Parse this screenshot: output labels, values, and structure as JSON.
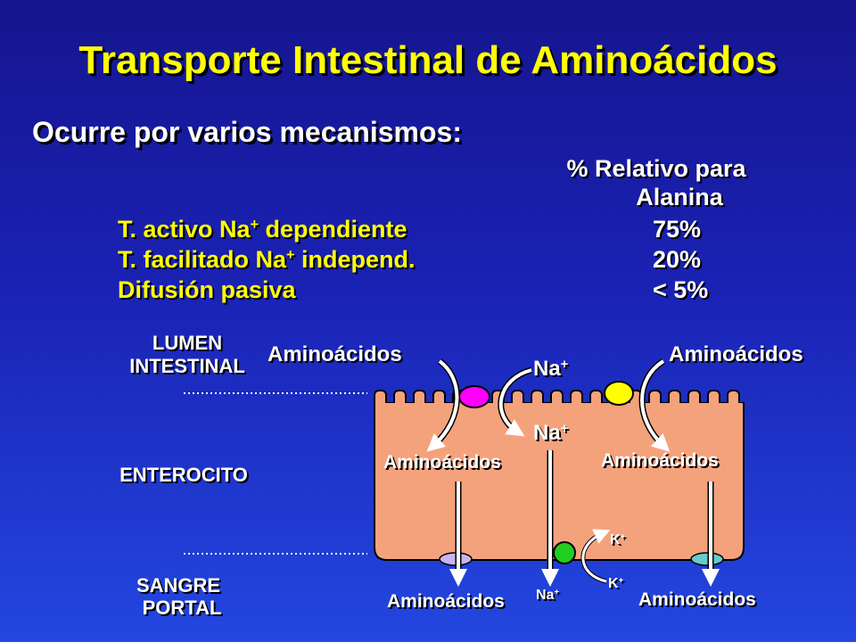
{
  "title": "Transporte Intestinal de Aminoácidos",
  "subtitle": "Ocurre por varios mecanismos:",
  "table": {
    "header_line1": "% Relativo para",
    "header_line2": "Alanina",
    "rows": [
      {
        "label_pre": "T. activo Na",
        "sup": "+",
        "label_post": " dependiente",
        "value": "75%"
      },
      {
        "label_pre": "T. facilitado Na",
        "sup": "+",
        "label_post": " independ.",
        "value": "20%"
      },
      {
        "label_pre": "Difusión pasiva",
        "sup": "",
        "label_post": "",
        "value": "< 5%"
      }
    ]
  },
  "diagram": {
    "lumen_line1": "LUMEN",
    "lumen_line2": "INTESTINAL",
    "enterocito": "ENTEROCITO",
    "sangre_line1": "SANGRE",
    "sangre_line2": "PORTAL",
    "aminoacidos": "Aminoácidos",
    "na": "Na",
    "k": "K",
    "plus": "+",
    "colors": {
      "cell": "#f4a27c",
      "transporter_magenta": "#ff00ff",
      "transporter_yellow": "#ffff00",
      "pump_green": "#22cc22",
      "basolateral_lavender": "#c8b4f0",
      "basolateral_cyan": "#66cccc"
    }
  }
}
